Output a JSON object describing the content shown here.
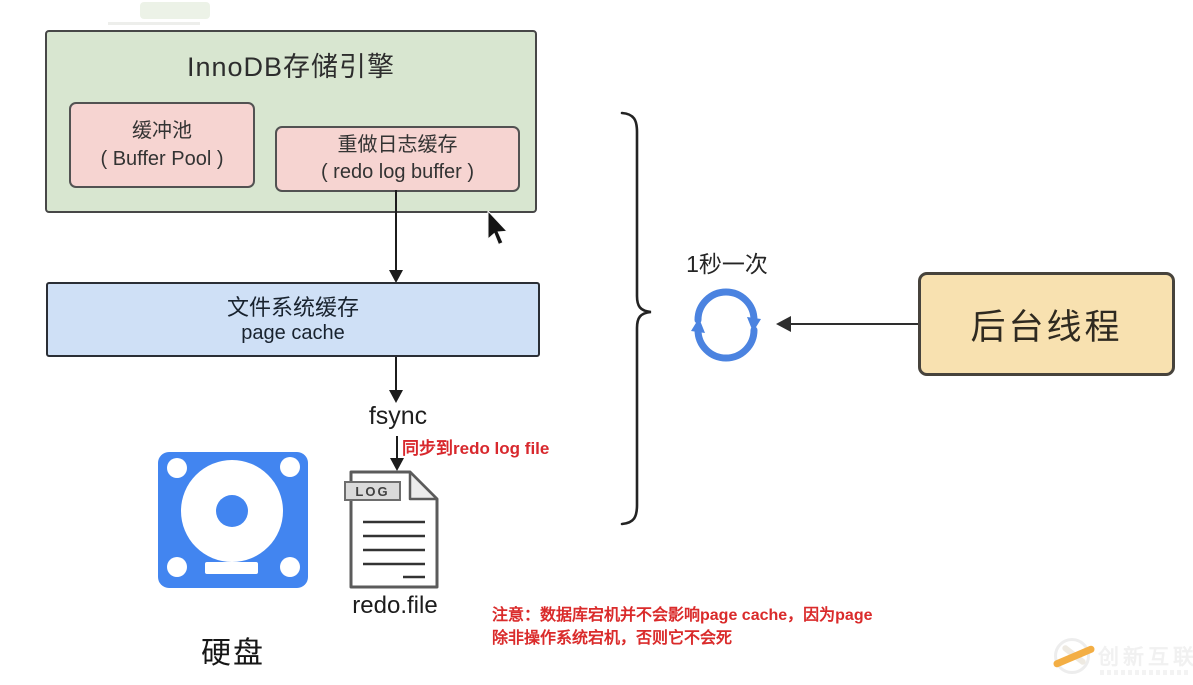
{
  "innodb_box": {
    "title": "InnoDB存储引擎"
  },
  "buffer_pool_box": {
    "line1": "缓冲池",
    "line2": "( Buffer Pool )"
  },
  "redo_log_buffer_box": {
    "line1": "重做日志缓存",
    "line2": "( redo log buffer )"
  },
  "page_cache_box": {
    "line1": "文件系统缓存",
    "line2": "page cache"
  },
  "fsync": {
    "label": "fsync",
    "note": "同步到redo log file"
  },
  "disk": {
    "label": "硬盘"
  },
  "redo_file": {
    "tag": "LOG",
    "label": "redo.file"
  },
  "cycle": {
    "label": "1秒一次"
  },
  "background_thread": {
    "label": "后台线程"
  },
  "note": {
    "line1": "注意：数据库宕机并不会影响page cache，因为page",
    "line2": "除非操作系统宕机，否则它不会死"
  },
  "watermark": {
    "brand": "创新互联"
  },
  "icons": {
    "disk": "hard-disk-icon",
    "file": "log-file-icon",
    "cycle": "refresh-cycle-icon",
    "cursor": "mouse-cursor-icon",
    "brace": "curly-brace",
    "logo": "cx-brand-logo-icon"
  },
  "colors": {
    "innodb_bg": "#d8e6d0",
    "pink_bg": "#f6d4d1",
    "pagecache_bg": "#cfe0f6",
    "thread_bg": "#f8e1b0",
    "box_border": "#474747",
    "arrow": "#1c1c1c",
    "red_text": "#d8282d",
    "disk_blue": "#4285f0",
    "refresh_blue": "#4b83e0",
    "watermark_orange": "#f3ae44"
  }
}
